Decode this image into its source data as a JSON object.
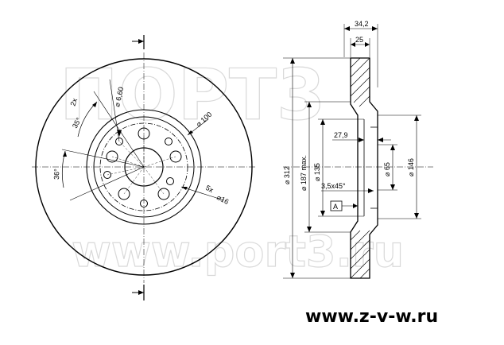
{
  "front_view": {
    "dims": {
      "bolt_circle": "⌀ 100",
      "holes": "⌀16",
      "holes_count": "5x",
      "small_hole": "⌀ 6,60",
      "small_count": "2x",
      "angle_top": "35°",
      "angle_side": "36°"
    }
  },
  "side_view": {
    "dims": {
      "thickness_total": "34,2",
      "thickness_disc": "25",
      "outer_dia": "⌀ 312",
      "inner_dia": "⌀ 187 max.",
      "hat_dia": "⌀ 135",
      "hub_dia": "⌀ 65",
      "hat_height_dia": "⌀ 146",
      "offset": "27,9",
      "chamfer": "3,5x45°",
      "datum": "A"
    }
  },
  "watermark": {
    "top": "ПОРТ3",
    "bottom": "www.port3.ru"
  },
  "footer": {
    "site": "www.z-v-w.ru"
  }
}
